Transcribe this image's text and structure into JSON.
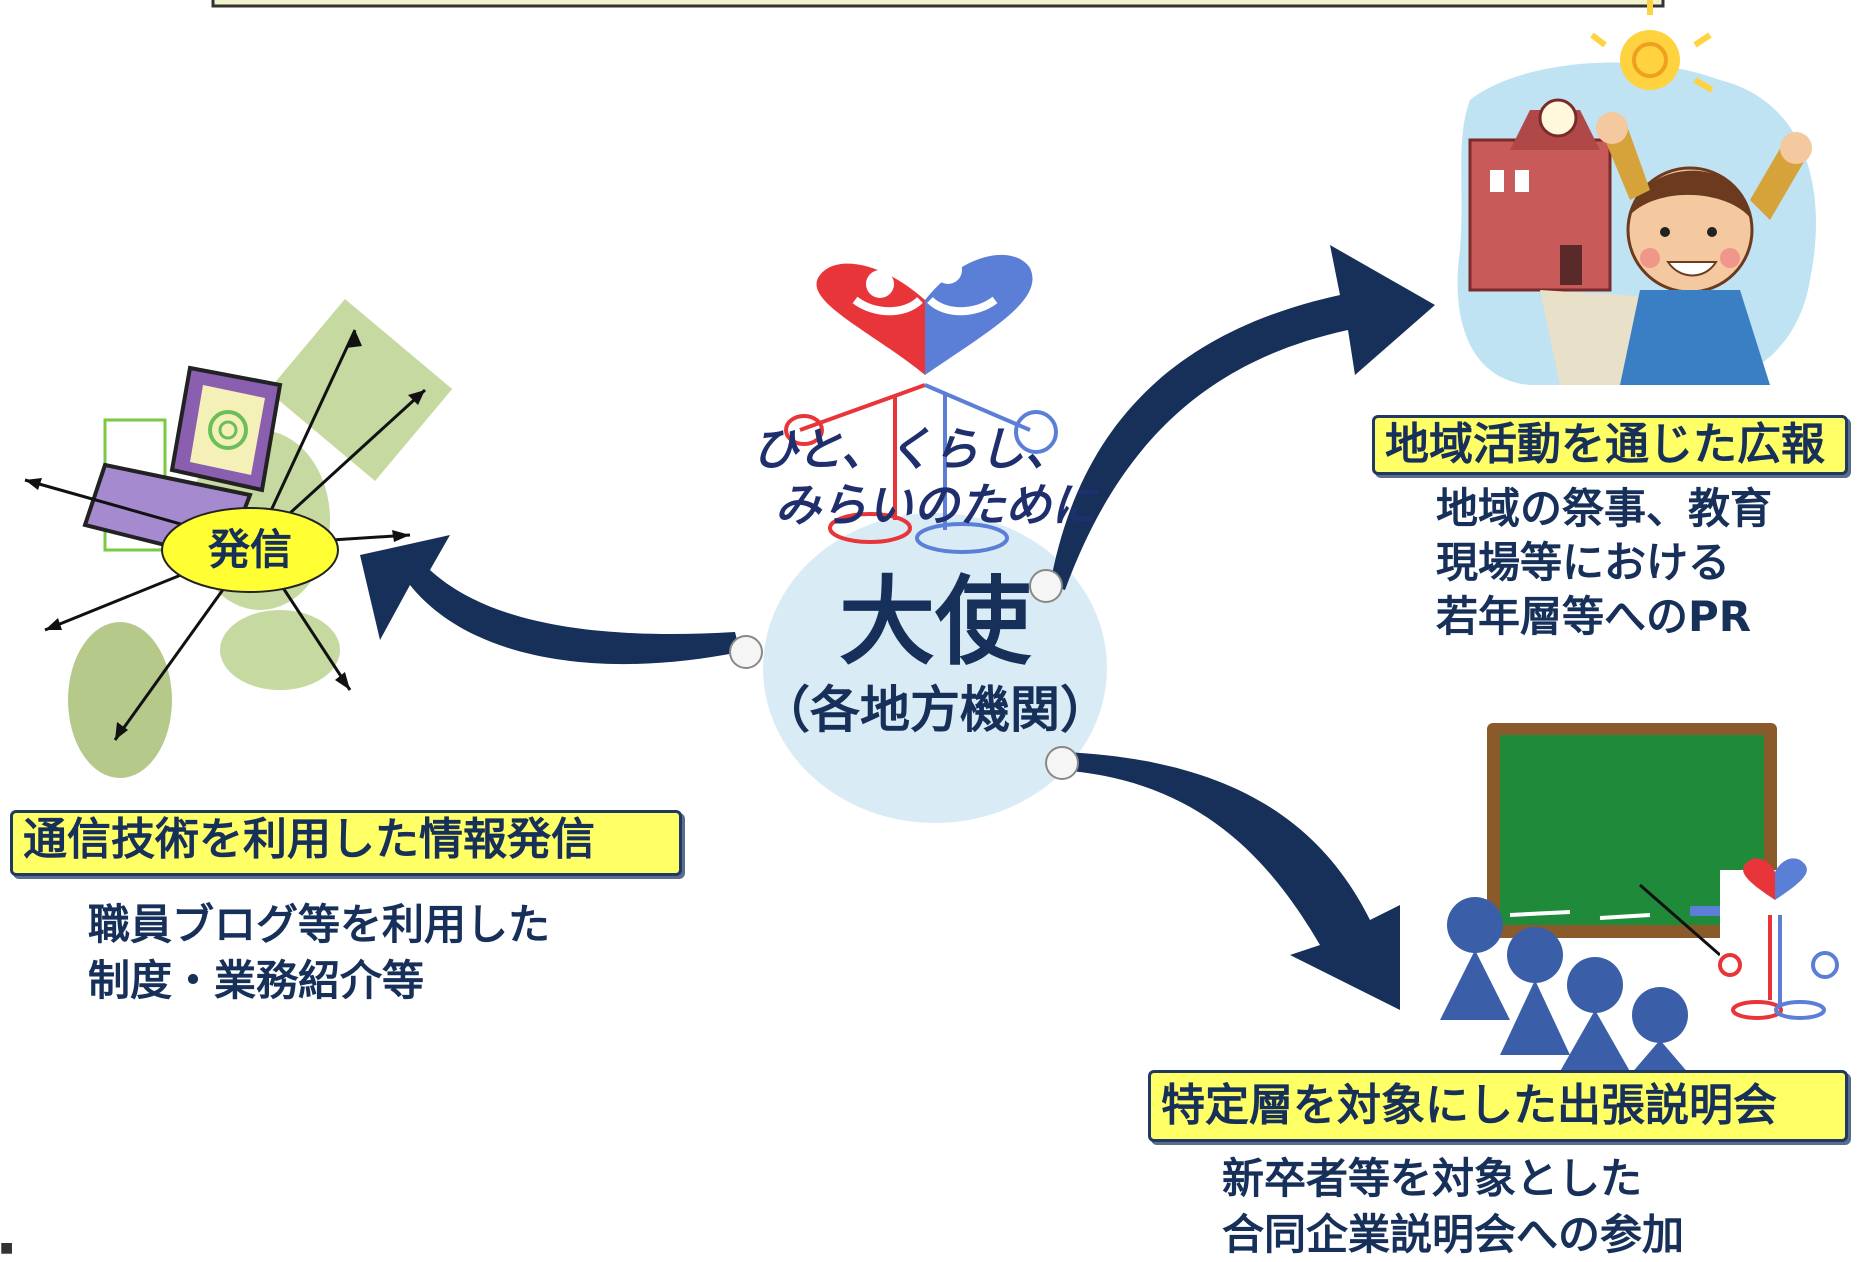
{
  "hub": {
    "title": "大使",
    "subtitle": "（各地方機関）"
  },
  "logo": {
    "line1": "ひと、くらし、",
    "line2": "みらいのために"
  },
  "left": {
    "badge": "発信",
    "label": "通信技術を利用した情報発信",
    "desc": [
      "職員ブログ等を利用した",
      "制度・業務紹介等"
    ]
  },
  "top_right": {
    "label": "地域活動を通じた広報",
    "desc": [
      "地域の祭事、教育",
      "現場等における",
      "若年層等へのPR"
    ]
  },
  "bottom_right": {
    "label": "特定層を対象にした出張説明会",
    "desc": [
      "新卒者等を対象とした",
      "合同企業説明会への参加"
    ]
  },
  "corner_mark": "■",
  "colors": {
    "arrow": "#17305a",
    "label_fill": "#ffff66",
    "hub_fill": "#d9ecf5",
    "logo_red": "#e8353a",
    "logo_blue": "#5b7fd6"
  }
}
